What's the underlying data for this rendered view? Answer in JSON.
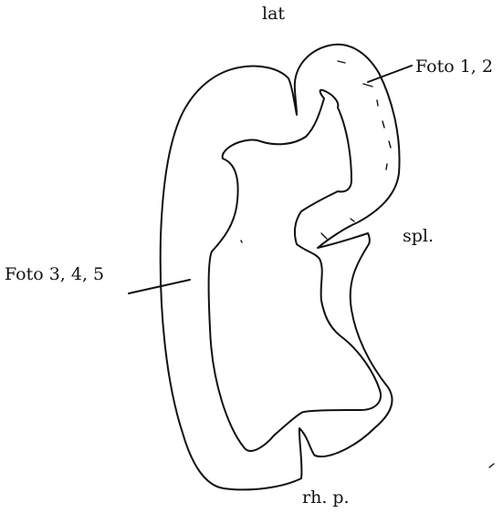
{
  "labels": {
    "top": "lat",
    "photo_upper": "Foto 1, 2",
    "right": "spl.",
    "photo_left": "Foto 3, 4, 5",
    "bottom": "rh. p."
  }
}
